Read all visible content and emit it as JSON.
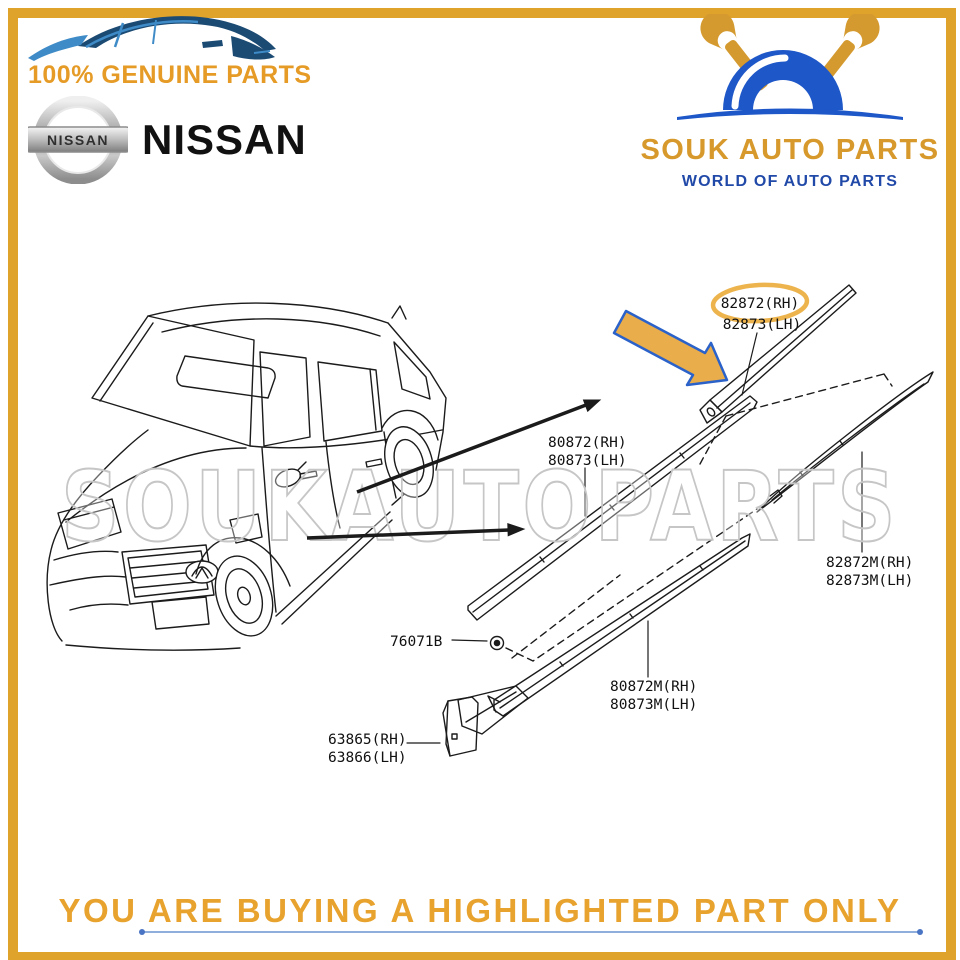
{
  "branding": {
    "genuine_text": "100% GENUINE PARTS",
    "nissan_wordmark": "NISSAN",
    "nissan_badge_text": "NISSAN"
  },
  "store": {
    "name": "SOUK AUTO PARTS",
    "tagline": "WORLD OF AUTO PARTS"
  },
  "diagram": {
    "watermark": "SOUKAUTOPARTS",
    "labels": {
      "highlighted_rh": "82872(RH)",
      "highlighted_lh": "82873(LH)",
      "front_door_rh": "80872(RH)",
      "front_door_lh": "80873(LH)",
      "rear_lower_rh": "82872M(RH)",
      "rear_lower_lh": "82873M(LH)",
      "front_lower_rh": "80872M(RH)",
      "front_lower_lh": "80873M(LH)",
      "clip": "76071B",
      "bracket_rh": "63865(RH)",
      "bracket_lh": "63866(LH)"
    }
  },
  "footer": {
    "notice": "YOU ARE BUYING A HIGHLIGHTED PART ONLY"
  },
  "colors": {
    "border_gold": "#DFA32C",
    "accent_gold": "#E59B26",
    "arrow_fill": "#E9AD4B",
    "arrow_outline_blue": "#2B62C9",
    "highlight_ellipse": "#EDB44D",
    "brand_blue": "#2149A8",
    "tire_blue": "#1E57C8",
    "line_black": "#1b1b1b",
    "watermark_gray": "#c6c6c6"
  }
}
